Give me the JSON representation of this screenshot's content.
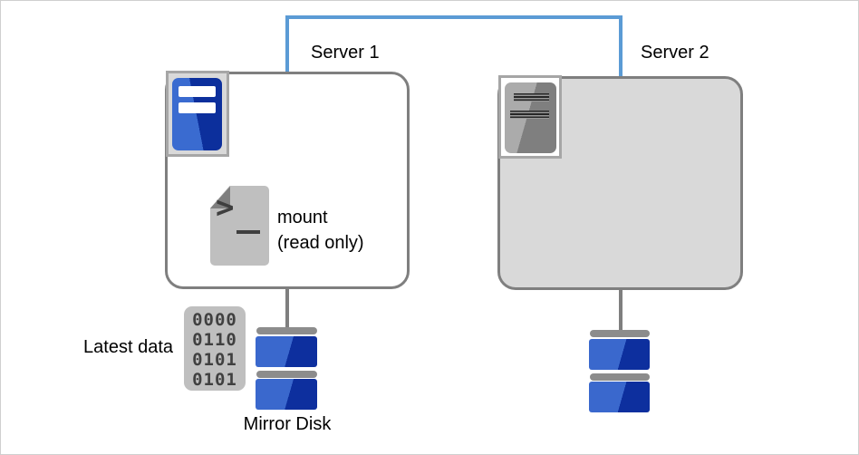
{
  "diagram": {
    "server1": {
      "label": "Server 1"
    },
    "server2": {
      "label": "Server 2"
    },
    "mount": {
      "line1": "mount",
      "line2": "(read only)"
    },
    "script_icon": {
      "prompt_symbol": ">",
      "underscore_symbol": "_"
    },
    "binary": {
      "rows": [
        "0000",
        "0110",
        "0101",
        "0101"
      ]
    },
    "latest_data_label": "Latest data",
    "mirror_disk_label": "Mirror Disk",
    "colors": {
      "interconnect_blue": "#5b9bd5",
      "box_border_gray": "#7f7f7f",
      "server2_fill": "#d9d9d9",
      "disk_blue_light": "#3a68cd",
      "disk_blue_dark": "#0d2f9e",
      "disk_bar_gray": "#8c8c8c",
      "icon_silver": "#bfbfbf"
    }
  }
}
